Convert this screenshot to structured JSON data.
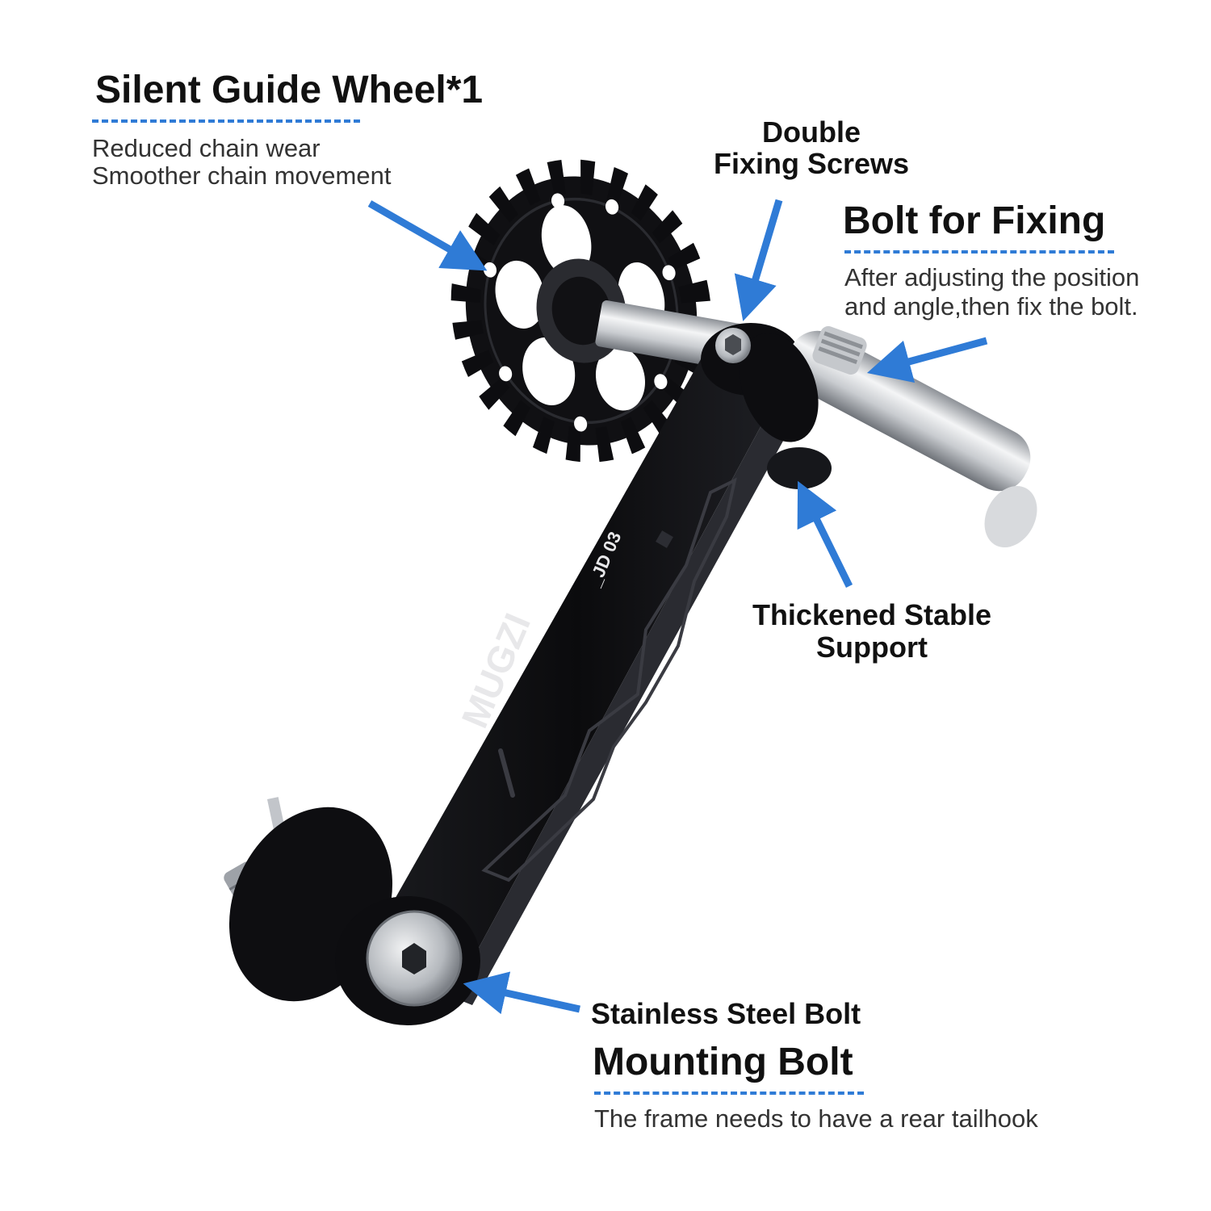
{
  "colors": {
    "accent": "#2f7bd6",
    "product": "#0d0d0f",
    "steel": "#b8bcc2",
    "background": "#ffffff"
  },
  "product": {
    "brand": "MUGZI",
    "model": "_JD 03"
  },
  "callouts": {
    "guide_wheel": {
      "title": "Silent Guide Wheel*1",
      "lines": [
        "Reduced chain wear",
        "Smoother chain movement"
      ]
    },
    "fixing_screws": {
      "lines": [
        "Double",
        "Fixing Screws"
      ]
    },
    "bolt_fixing": {
      "title": "Bolt for Fixing",
      "lines": [
        "After adjusting the position",
        "and angle,then fix the bolt."
      ]
    },
    "stable_support": {
      "lines": [
        "Thickened Stable",
        "Support"
      ]
    },
    "stainless_bolt": {
      "label": "Stainless Steel Bolt"
    },
    "mounting_bolt": {
      "title": "Mounting Bolt",
      "lines": [
        "The frame needs to have a rear tailhook"
      ]
    }
  }
}
